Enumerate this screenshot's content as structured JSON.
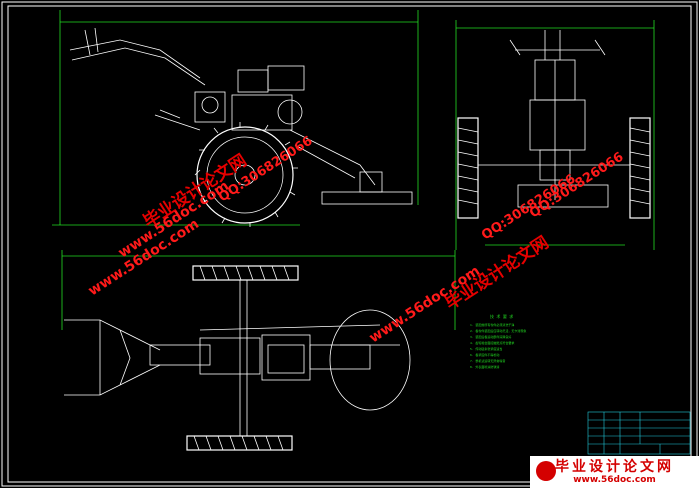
{
  "watermarks": {
    "brand": "毕业设计论文网",
    "site": "www.56doc.com",
    "qq": "QQ:306826066"
  },
  "notes": {
    "title": "技 术 要 求",
    "lines": [
      "1. 装配前所有零件必须清洗干净",
      "2. 各零件装配后应转动灵活，无卡滞现象",
      "3. 装配后各运动部件润滑良好",
      "4. 齿轮啮合面接触斑点符合要求",
      "5. 传动链条张紧度适当",
      "6. 各紧固件不得松动",
      "7. 整机试运转无异常噪音",
      "8. 外表面喷涂防锈漆"
    ]
  },
  "footer": {
    "brand": "毕业设计论文网",
    "url": "www.56doc.com"
  },
  "colors": {
    "background": "#000000",
    "lines": "#ffffff",
    "dimension": "#22dd22",
    "title_block": "#22ccdd",
    "watermark": "#ff1a1a"
  }
}
